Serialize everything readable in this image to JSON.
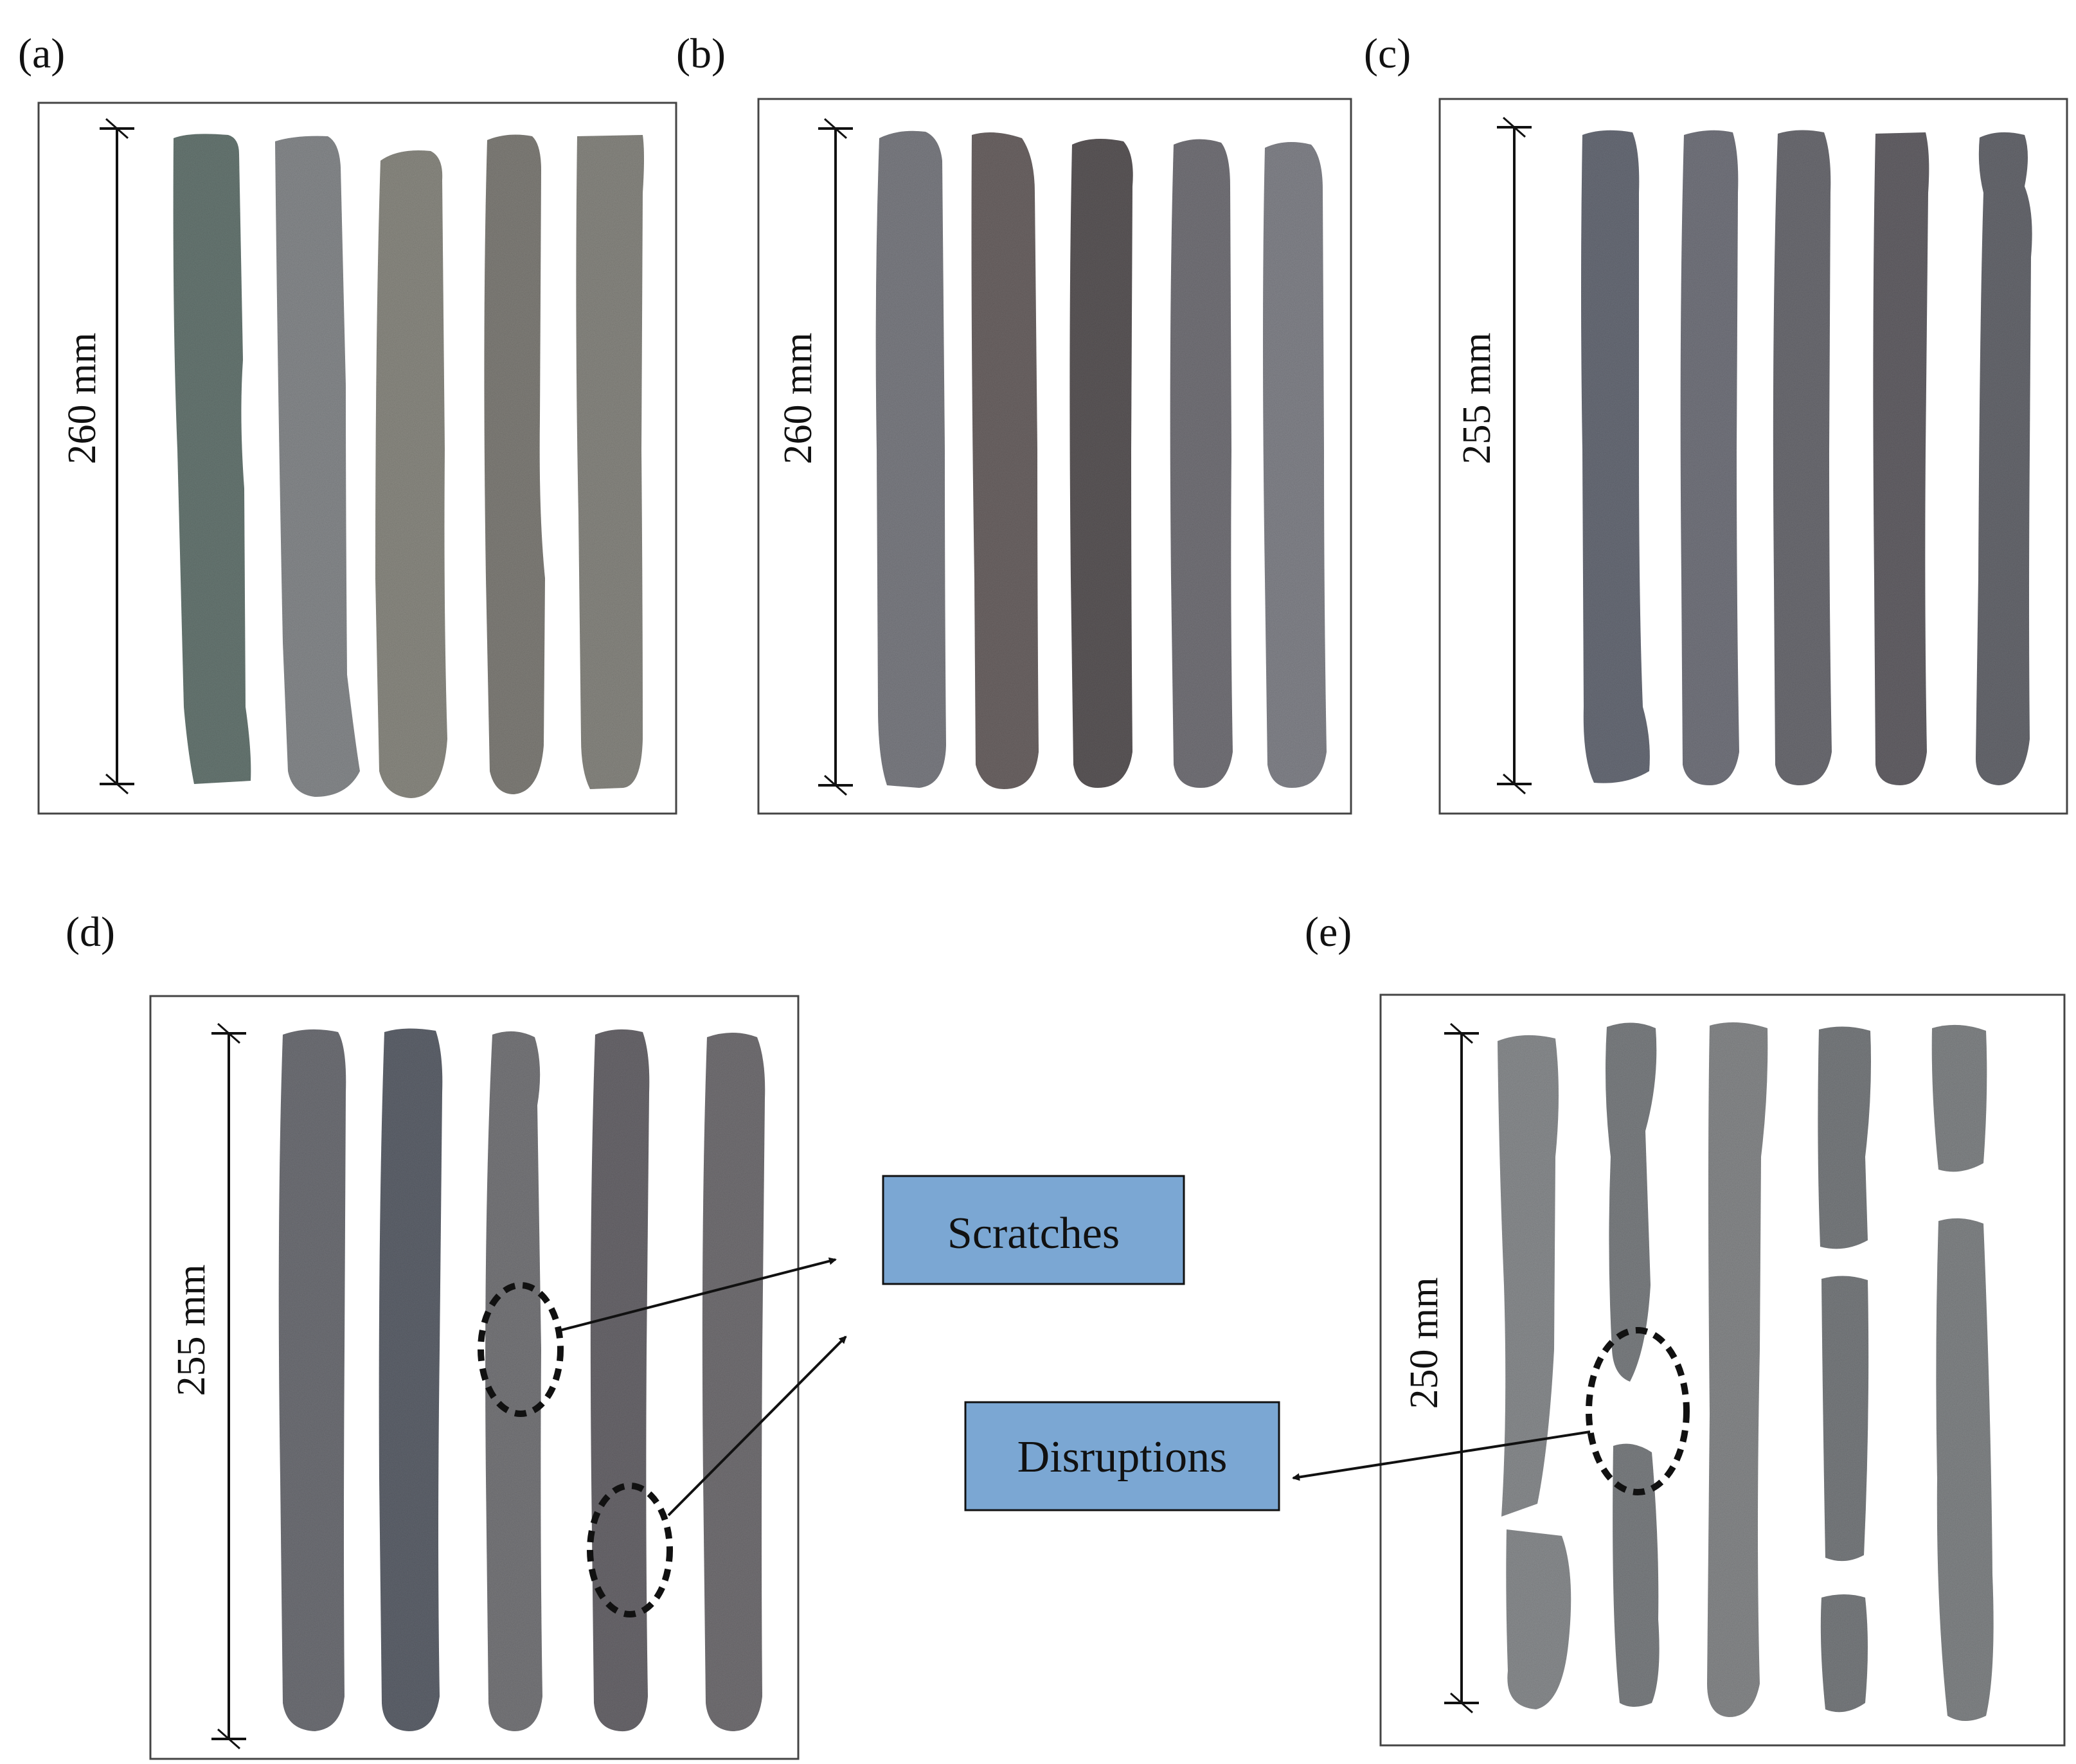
{
  "panels": [
    {
      "id": "a",
      "label": "(a)",
      "dimension": "260 mm",
      "rod_colors": [
        "#6a7a76",
        "#8a8d90",
        "#8e8d85",
        "#83817b",
        "#8b8a84"
      ]
    },
    {
      "id": "b",
      "label": "(b)",
      "dimension": "260 mm",
      "rod_colors": [
        "#7f8086",
        "#6f6767",
        "#5f5a5c",
        "#77767c",
        "#86878e"
      ]
    },
    {
      "id": "c",
      "label": "(c)",
      "dimension": "255 mm",
      "rod_colors": [
        "#6c6f7a",
        "#777881",
        "#6f6f76",
        "#67656b",
        "#6b6c72"
      ]
    },
    {
      "id": "d",
      "label": "(d)",
      "dimension": "255 mm",
      "rod_colors": [
        "#727379",
        "#62666f",
        "#7a7a7e",
        "#6d6b6f",
        "#767377"
      ]
    },
    {
      "id": "e",
      "label": "(e)",
      "dimension": "250 mm",
      "rod_colors": [
        "#8d9093",
        "#7f8285",
        "#8a8c8e",
        "#7c7f82",
        "#85888a"
      ]
    }
  ],
  "annotations": {
    "scratches": "Scratches",
    "disruptions": "Disruptions"
  },
  "colors": {
    "annotation_fill": "#7ba7d3",
    "frame": "#444444",
    "text": "#111111"
  }
}
